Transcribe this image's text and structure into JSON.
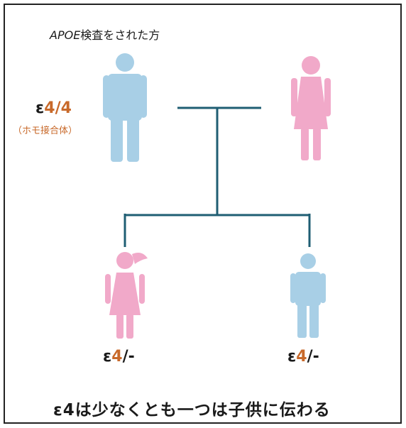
{
  "header": {
    "gene": "APOE",
    "suffix": "検査をされた方"
  },
  "father": {
    "genotype": {
      "e": "ε",
      "n1": "4",
      "slash": "/",
      "n2": "4"
    },
    "note": "（ホモ接合体）"
  },
  "daughter": {
    "genotype": {
      "e": "ε",
      "n1": "4",
      "slash": "/",
      "n2": "-"
    }
  },
  "son": {
    "genotype": {
      "e": "ε",
      "n1": "4",
      "slash": "/",
      "n2": "-"
    }
  },
  "footer": {
    "text": "ε4は少なくとも一つは子供に伝わる"
  },
  "colors": {
    "male": "#a8cfe6",
    "female": "#f1a9c9",
    "line": "#1f5e73",
    "accent": "#c8692a"
  },
  "icons": [
    "male-figure-icon",
    "female-figure-icon",
    "girl-figure-icon",
    "boy-figure-icon"
  ]
}
